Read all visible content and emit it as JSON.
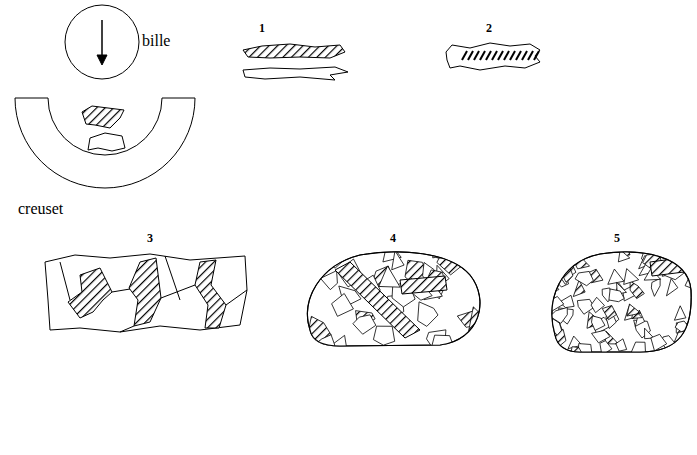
{
  "diagram": {
    "labels": [
      "bille",
      "creuset",
      "1",
      "2",
      "3",
      "4",
      "5"
    ]
  }
}
